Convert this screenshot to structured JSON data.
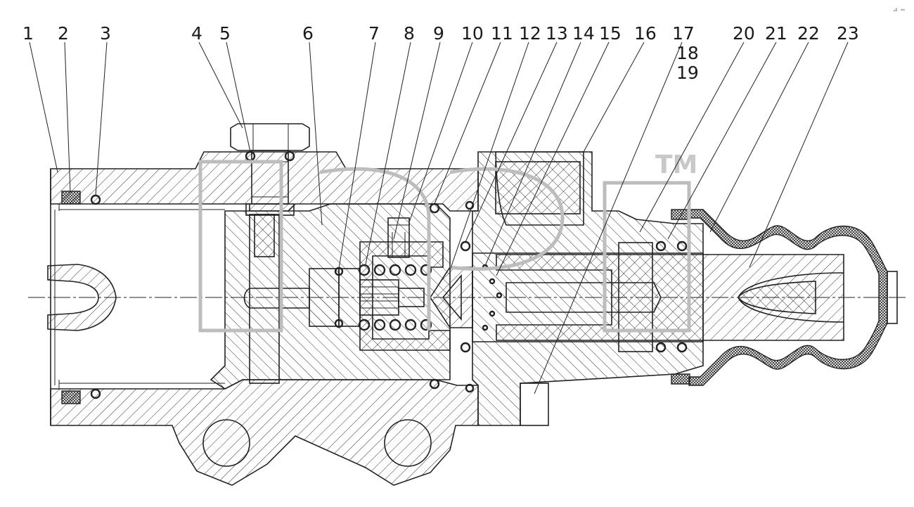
{
  "figure": {
    "watermark_mark": "TM",
    "corner_text": "⊿ ▭",
    "callouts": [
      "1",
      "2",
      "3",
      "4",
      "5",
      "6",
      "7",
      "8",
      "9",
      "10",
      "11",
      "12",
      "13",
      "14",
      "15",
      "16",
      "17",
      "18",
      "19",
      "20",
      "21",
      "22",
      "23"
    ]
  },
  "colors": {
    "line": "#222222",
    "watermark": "#bdbdbd",
    "background": "#ffffff"
  }
}
